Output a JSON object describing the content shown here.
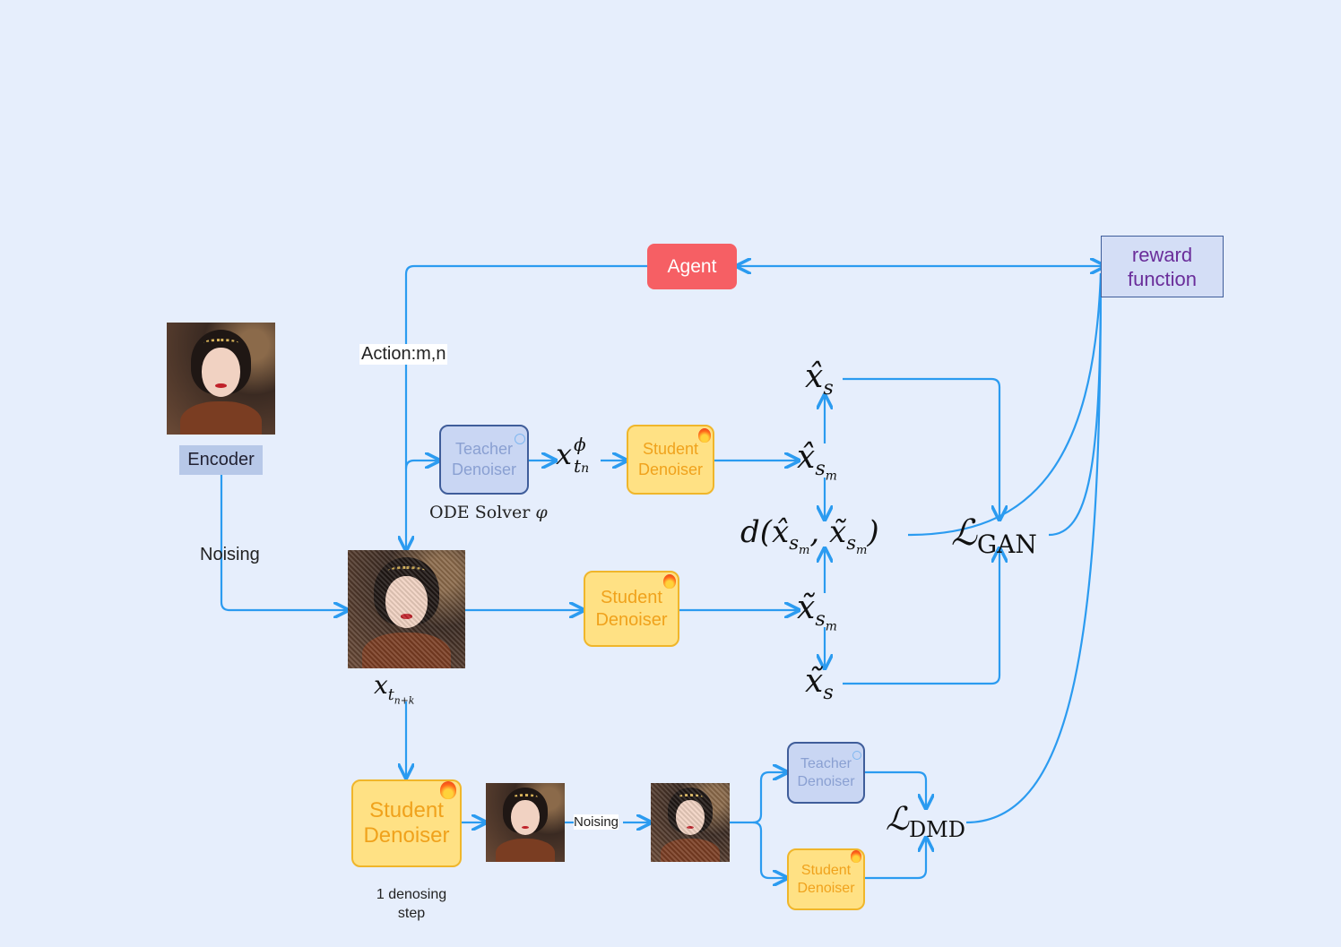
{
  "agent": {
    "label": "Agent"
  },
  "reward": {
    "line1": "reward",
    "line2": "function"
  },
  "encoder": {
    "label": "Encoder"
  },
  "action_label": "Action:m,n",
  "noising_label_left": "Noising",
  "noising_label_bottom": "Noising",
  "teacher_top": {
    "line1": "Teacher",
    "line2": "Denoiser"
  },
  "student_top": {
    "line1": "Student",
    "line2": "Denoiser"
  },
  "student_mid": {
    "line1": "Student",
    "line2": "Denoiser"
  },
  "student_bottom": {
    "line1": "Student",
    "line2": "Denoiser"
  },
  "teacher_small": {
    "line1": "Teacher",
    "line2": "Denoiser"
  },
  "student_small": {
    "line1": "Student",
    "line2": "Denoiser"
  },
  "ode_solver": {
    "text": "ODE Solver ",
    "symbol": "φ"
  },
  "one_step": {
    "line1": "1 denosing",
    "line2": "step"
  },
  "math": {
    "x_t_n_base": "x",
    "x_t_n_sup": "ϕ",
    "x_t_n_sub": "t",
    "x_t_n_subsub": "n",
    "x_tnk_base": "x",
    "x_tnk_sub": "t",
    "x_tnk_subsub": "n+k",
    "xhat_s_base": "x̂",
    "xhat_s_sub": "s",
    "xhat_sm_base": "x̂",
    "xhat_sm_sub": "s",
    "xhat_sm_subsub": "m",
    "xtilde_sm_base": "x̃",
    "xtilde_sm_sub": "s",
    "xtilde_sm_subsub": "m",
    "xtilde_s_base": "x̃",
    "xtilde_s_sub": "s",
    "d_expr": "d(x̂",
    "d_sub1": "s",
    "d_subsub1": "m",
    "d_mid": ", x̃",
    "d_sub2": "s",
    "d_subsub2": "m",
    "d_end": ")",
    "l_gan_base": "ℒ",
    "l_gan_sub": "GAN",
    "l_dmd_base": "ℒ",
    "l_dmd_sub": "DMD"
  },
  "colors": {
    "arrow": "#2b9bf0",
    "background": "#e6eefc",
    "agent": "#f65f64"
  }
}
